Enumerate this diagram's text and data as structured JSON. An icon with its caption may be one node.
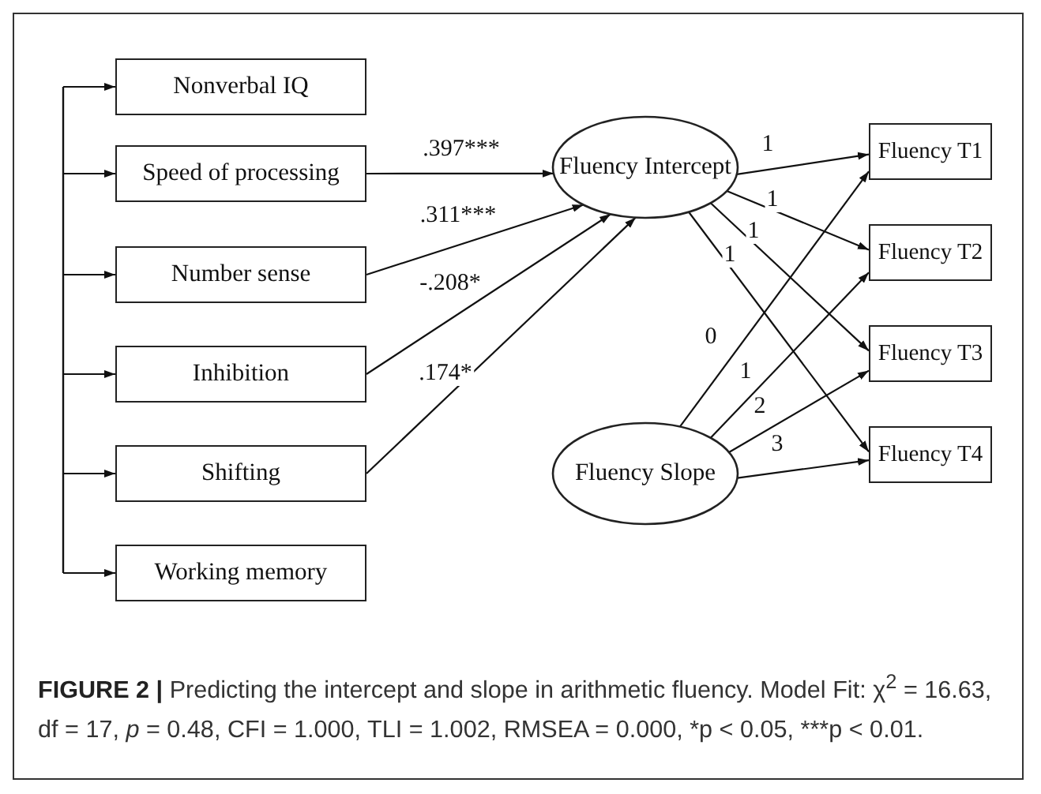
{
  "diagram": {
    "caption": "**FIGURE 2 |** Predicting the intercept and slope in arithmetic fluency. Model Fit: χ$^{2}$ = 16.63, df = 17, *p* = 0.48, CFI = 1.000, TLI = 1.002, RMSEA = 0.000, *p < 0.05, ***p < 0.01.",
    "nodes": [
      {
        "text": [
          "Nonverbal IQ"
        ]
      },
      {
        "text": [
          "Speed of processing"
        ]
      },
      {
        "text": [
          "Number sense"
        ]
      },
      {
        "text": [
          "Inhibition"
        ]
      },
      {
        "text": [
          "Shifting"
        ]
      },
      {
        "text": [
          "Working memory"
        ]
      },
      {
        "text": [
          "Fluency Intercept"
        ]
      },
      {
        "text": [
          "Fluency Slope"
        ]
      },
      {
        "text": [
          "Fluency T1"
        ]
      },
      {
        "text": [
          "Fluency T2"
        ]
      },
      {
        "text": [
          "Fluency T3"
        ]
      },
      {
        "text": [
          "Fluency T4"
        ]
      }
    ],
    "edges": [
      {
        "from": null,
        "to": 0,
        "arrow": "to"
      },
      {
        "from": null,
        "to": 1,
        "arrow": "to"
      },
      {
        "from": null,
        "to": 2,
        "arrow": "to"
      },
      {
        "from": null,
        "to": 3,
        "arrow": "to"
      },
      {
        "from": null,
        "to": 4,
        "arrow": "to"
      },
      {
        "from": null,
        "to": 5,
        "arrow": "to"
      },
      {
        "from": 1,
        "to": 6,
        "arrow": "to",
        "label": ".397***"
      },
      {
        "from": 2,
        "to": 6,
        "arrow": "to",
        "label": ".311***"
      },
      {
        "from": 3,
        "to": 6,
        "arrow": "to",
        "label": "-.208*"
      },
      {
        "from": 4,
        "to": 6,
        "arrow": "to",
        "label": ".174*"
      },
      {
        "from": 6,
        "to": 8,
        "arrow": "to",
        "label": "1"
      },
      {
        "from": 6,
        "to": 9,
        "arrow": "to",
        "label": "1"
      },
      {
        "from": 6,
        "to": 10,
        "arrow": "to",
        "label": "1"
      },
      {
        "from": 6,
        "to": 11,
        "arrow": "to",
        "label": "1"
      },
      {
        "from": 7,
        "to": 8,
        "arrow": "to",
        "label": "0"
      },
      {
        "from": 7,
        "to": 9,
        "arrow": "to",
        "label": "1"
      },
      {
        "from": 7,
        "to": 10,
        "arrow": "to",
        "label": "2"
      },
      {
        "from": 7,
        "to": 11,
        "arrow": "to",
        "label": "3"
      }
    ]
  }
}
